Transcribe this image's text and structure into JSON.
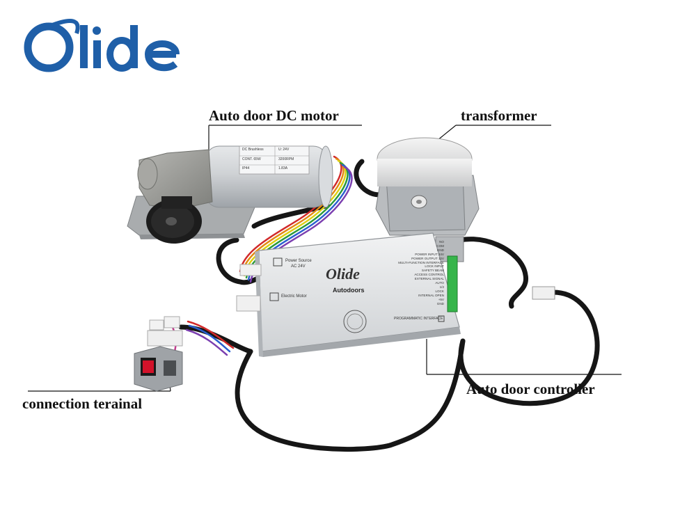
{
  "brand": {
    "logo_text": "Olide"
  },
  "callouts": {
    "motor": "Auto door DC motor",
    "transformer": "transformer",
    "controller": "Auto door controller",
    "terminal": "connection terainal"
  },
  "controller_box": {
    "logo": "Olide",
    "subtitle": "Autodoors",
    "power_source": "Power Source",
    "power_value": "AC 24V",
    "motor_port": "Electric Motor",
    "programmatic": "PROGRAMMATIC INTERFACE",
    "terminals": [
      "NO",
      "COM",
      "GND",
      "POWER INPUT 24V",
      "POWER OUTPUT 12V",
      "MULTI-FUNCTION INTERFACE",
      "LOCK INPUT",
      "SAFETY BEAM",
      "ACCESS CONTROL",
      "EXTERNAL SIGNAL",
      "AUTO",
      "1/2",
      "LOCK",
      "INTERNAL OPEN",
      "+5V",
      "GND"
    ]
  },
  "motor_label": {
    "model": "DC Brushless",
    "voltage": "U: 24V",
    "power": "CONT. 65W",
    "speed": "3200RPM",
    "rating": "IP44",
    "current": "1.83A"
  },
  "colors": {
    "logo_blue": "#1f5fa8",
    "wire_black": "#161616",
    "body_grey": "#c9cbcd",
    "switch_red": "#d3122a"
  }
}
